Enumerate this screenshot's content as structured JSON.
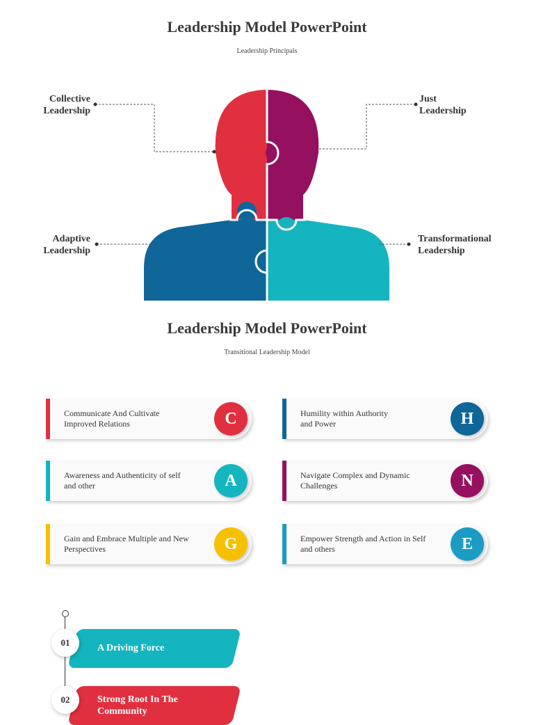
{
  "slide1": {
    "title": "Leadership Model PowerPoint",
    "subtitle": "Leadership Principals",
    "labels": {
      "top_left": [
        "Collective",
        "Leadership"
      ],
      "top_right": [
        "Just",
        "Leadership"
      ],
      "bottom_left": [
        "Adaptive",
        "Leadership"
      ],
      "bottom_right": [
        "Transformational",
        "Leadership"
      ]
    },
    "colors": {
      "top_left": "#e03040",
      "top_right": "#961060",
      "bottom_left": "#0e6699",
      "bottom_right": "#14b5bf"
    }
  },
  "slide2": {
    "title": "Leadership Model PowerPoint",
    "subtitle": "Transitional Leadership Model",
    "cards": [
      {
        "letter": "C",
        "line1": "Communicate And Cultivate",
        "line2": "Improved Relations",
        "color": "#e03040"
      },
      {
        "letter": "H",
        "line1": "Humility within Authority",
        "line2": "and Power",
        "color": "#0e6699"
      },
      {
        "letter": "A",
        "line1": "Awareness and Authenticity of self",
        "line2": "and other",
        "color": "#14b5bf"
      },
      {
        "letter": "N",
        "line1": "Navigate Complex and Dynamic",
        "line2": "Challenges",
        "color": "#961060"
      },
      {
        "letter": "G",
        "line1": "Gain and Embrace Multiple and New",
        "line2": "Perspectives",
        "color": "#f5c000"
      },
      {
        "letter": "E",
        "line1": "Empower Strength and Action in Self",
        "line2": "and others",
        "color": "#1a9cc4"
      }
    ]
  },
  "slide3": {
    "items": [
      {
        "num": "01",
        "line1": "A Driving Force",
        "line2": "",
        "color": "#14b5bf"
      },
      {
        "num": "02",
        "line1": "Strong Root In The",
        "line2": "Community",
        "color": "#e03040"
      }
    ]
  }
}
